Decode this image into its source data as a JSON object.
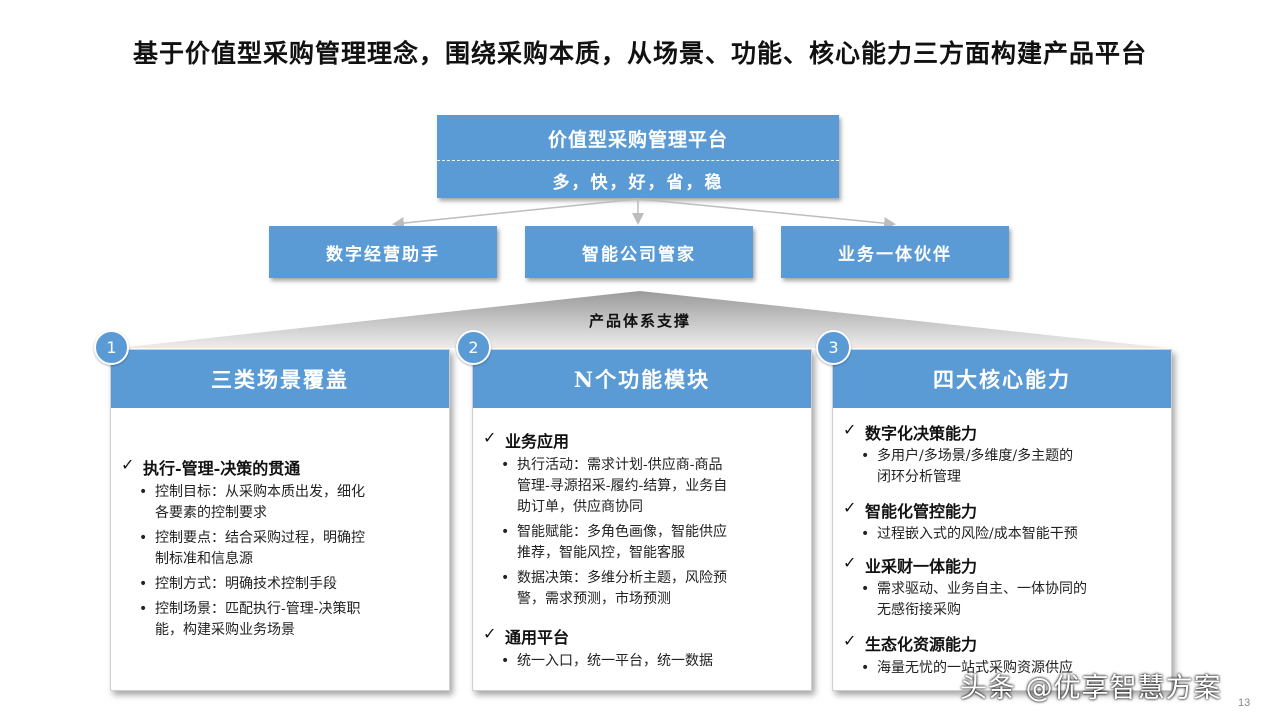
{
  "title": "基于价值型采购管理理念，围绕采购本质，从场景、功能、核心能力三方面构建产品平台",
  "platform": {
    "title": "价值型采购管理平台",
    "subtitle": "多，快，好，省，稳"
  },
  "services": [
    "数字经营助手",
    "智能公司管家",
    "业务一体伙伴"
  ],
  "support_label": "产品体系支撑",
  "cards": [
    {
      "number": "1",
      "title": "三类场景覆盖",
      "sections": [
        {
          "heading": "执行-管理-决策的贯通",
          "bullets": [
            [
              "控制目标：从采购本质出发，细化",
              "各要素的控制要求"
            ],
            [
              "控制要点：结合采购过程，明确控",
              "制标准和信息源"
            ],
            [
              "控制方式：明确技术控制手段"
            ],
            [
              "控制场景：匹配执行-管理-决策职",
              "能，构建采购业务场景"
            ]
          ]
        }
      ]
    },
    {
      "number": "2",
      "title": "N个功能模块",
      "sections": [
        {
          "heading": "业务应用",
          "bullets": [
            [
              "执行活动：需求计划-供应商-商品",
              "管理-寻源招采-履约-结算，业务自",
              "助订单，供应商协同"
            ],
            [
              "智能赋能：多角色画像，智能供应",
              "推荐，智能风控，智能客服"
            ],
            [
              "数据决策：多维分析主题，风险预",
              "警，需求预测，市场预测"
            ]
          ]
        },
        {
          "heading": "通用平台",
          "bullets": [
            [
              "统一入口，统一平台，统一数据"
            ]
          ]
        }
      ]
    },
    {
      "number": "3",
      "title": "四大核心能力",
      "sections": [
        {
          "heading": "数字化决策能力",
          "bullets": [
            [
              "多用户/多场景/多维度/多主题的",
              "闭环分析管理"
            ]
          ]
        },
        {
          "heading": "智能化管控能力",
          "bullets": [
            [
              "过程嵌入式的风险/成本智能干预"
            ]
          ]
        },
        {
          "heading": "业采财一体能力",
          "bullets": [
            [
              "需求驱动、业务自主、一体协同的",
              "无感衔接采购"
            ]
          ]
        },
        {
          "heading": "生态化资源能力",
          "bullets": [
            [
              "海量无忧的一站式采购资源供应"
            ]
          ]
        }
      ]
    }
  ],
  "icons": {
    "check": "check-icon",
    "bullet": "bullet-icon"
  },
  "colors": {
    "accent": "#5b9bd5"
  },
  "watermark": "头条 @优享智慧方案",
  "page_number": "13"
}
